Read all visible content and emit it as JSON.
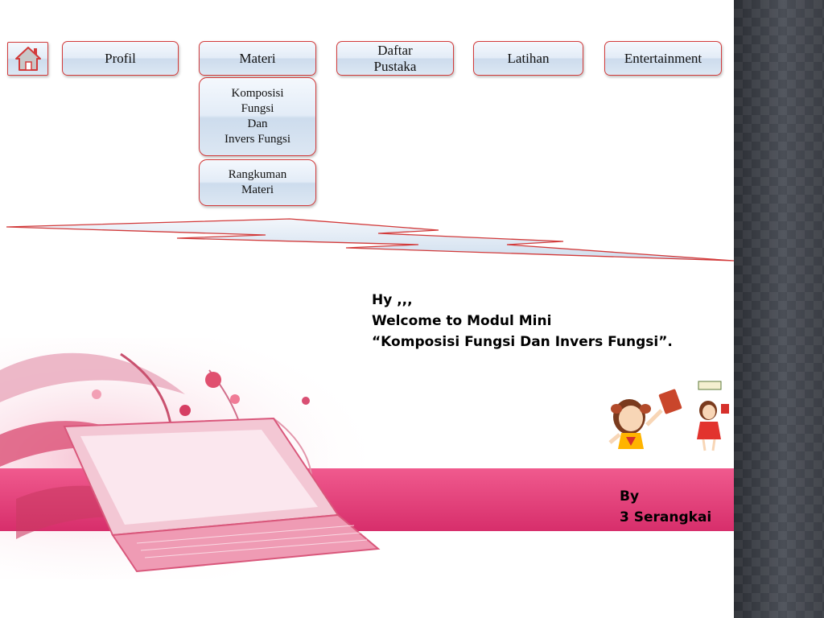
{
  "nav": {
    "home_icon": "house-icon",
    "profil": "Profil",
    "materi": "Materi",
    "daftar_pustaka": "Daftar\nPustaka",
    "latihan": "Latihan",
    "entertainment": "Entertainment"
  },
  "submenu": {
    "komposisi": "Komposisi\nFungsi\nDan\nInvers Fungsi",
    "rangkuman": "Rangkuman\nMateri"
  },
  "welcome": {
    "line1": "Hy ,,,",
    "line2": "Welcome to Modul Mini",
    "line3": "“Komposisi Fungsi Dan Invers Fungsi”."
  },
  "byline": {
    "line1": "By",
    "line2": "3 Serangkai"
  },
  "colors": {
    "accent_red": "#d23a3a",
    "button_blue": "#dce7f3",
    "banner_pink": "#e23a78",
    "side_panel": "#3a3d44"
  }
}
